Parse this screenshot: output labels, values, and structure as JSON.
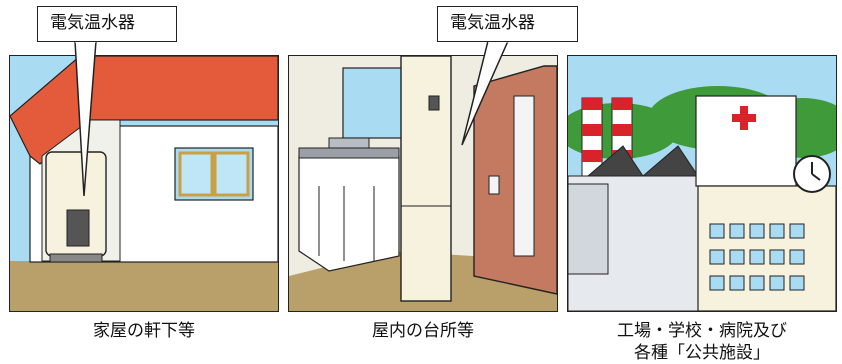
{
  "callouts": {
    "panel1": "電気温水器",
    "panel2": "電気温水器"
  },
  "captions": {
    "panel1": "家屋の軒下等",
    "panel2": "屋内の台所等",
    "panel3_line1": "工場・学校・病院及び",
    "panel3_line2": "各種「公共施設」"
  },
  "colors": {
    "roof": "#e35b3a",
    "sky": "#a9dcf2",
    "ground": "#b9a06a",
    "heater": "#f7f2dd",
    "door": "#c47a60",
    "trees": "#3f9a3a",
    "chimney_red": "#d8232a"
  },
  "icons": {
    "hospital_cross": "red-cross-icon",
    "clock": "clock-icon"
  }
}
